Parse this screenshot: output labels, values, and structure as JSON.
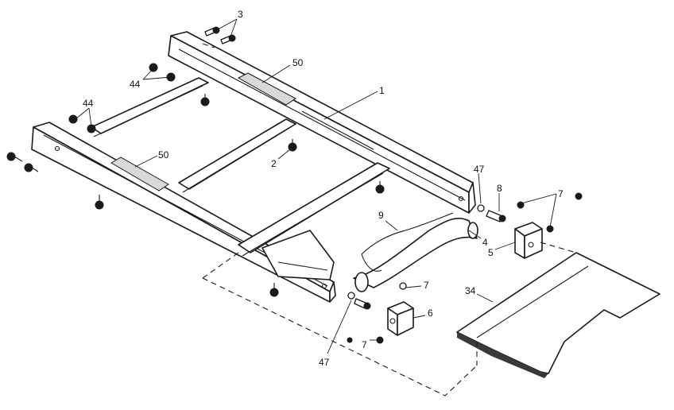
{
  "diagram": {
    "callouts": {
      "c3": "3",
      "c50a": "50",
      "c44a": "44",
      "c44b": "44",
      "c1": "1",
      "c50b": "50",
      "c2": "2",
      "c47a": "47",
      "c8": "8",
      "c7a": "7",
      "c9": "9",
      "c4": "4",
      "c5": "5",
      "c7b": "7",
      "c34": "34",
      "c6": "6",
      "c7c": "7",
      "c47b": "47"
    }
  }
}
